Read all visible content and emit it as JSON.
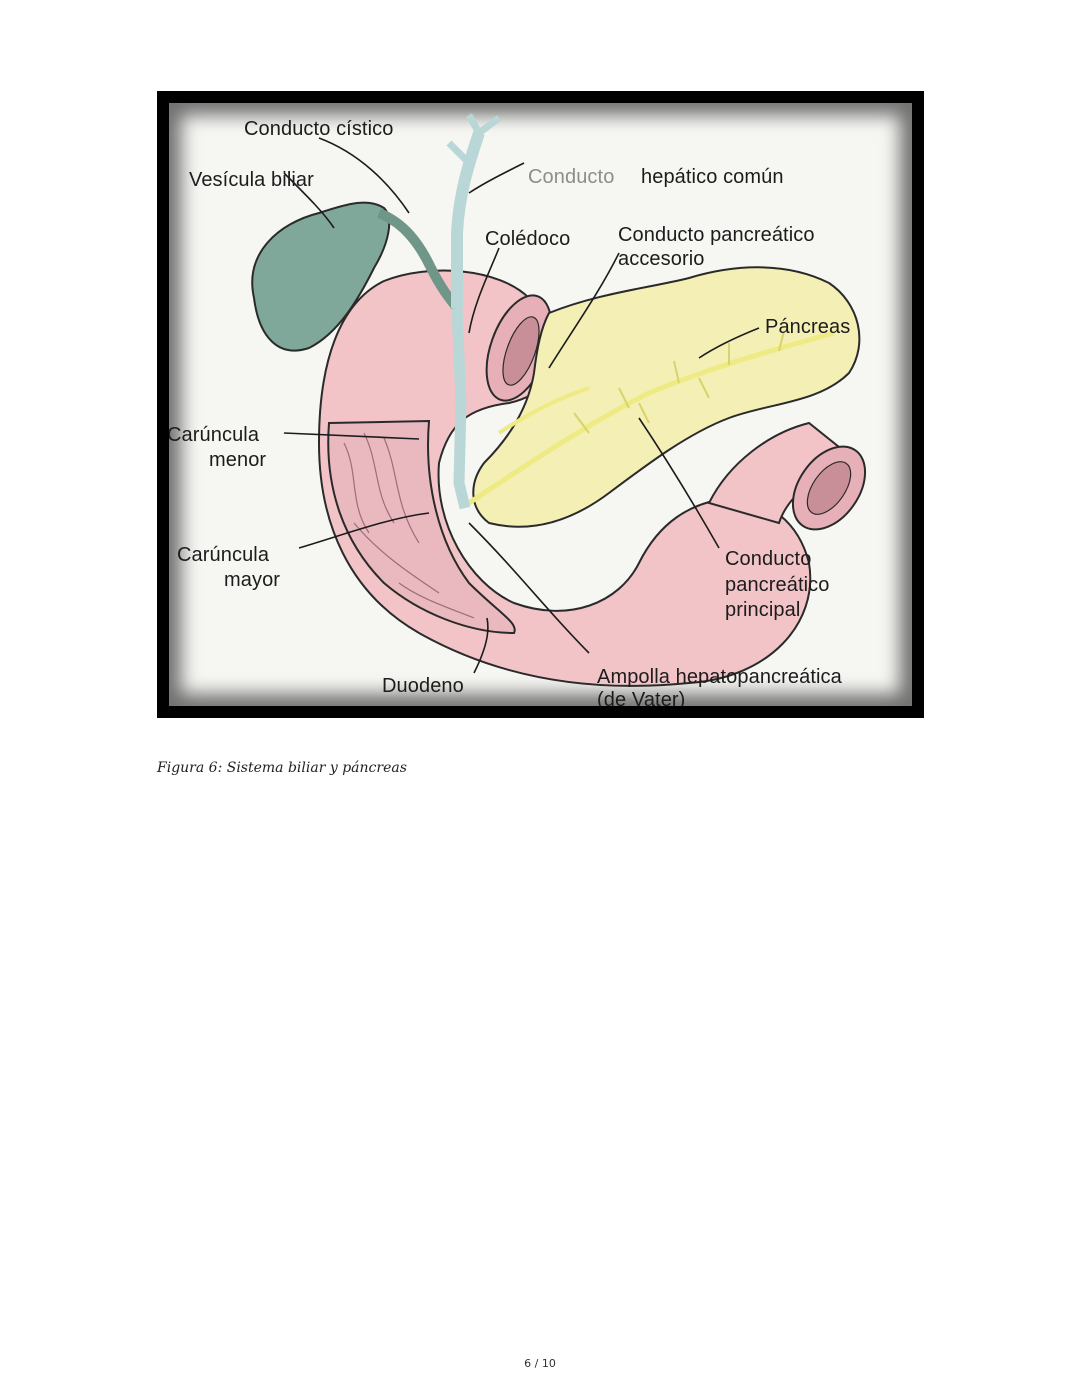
{
  "figure": {
    "labels": {
      "conducto_cistico": "Conducto cístico",
      "vesicula_biliar": "Vesícula biliar",
      "conducto_hepatico_a": "Conducto",
      "conducto_hepatico_b": "hepático común",
      "coledoco": "Colédoco",
      "pancreatico_accesorio_1": "Conducto pancreático",
      "pancreatico_accesorio_2": "accesorio",
      "pancreas": "Páncreas",
      "caruncula_menor_1": "Carúncula",
      "caruncula_menor_2": "menor",
      "caruncula_mayor_1": "Carúncula",
      "caruncula_mayor_2": "mayor",
      "pancreatico_principal_1": "Conducto",
      "pancreatico_principal_2": "pancreático",
      "pancreatico_principal_3": "principal",
      "duodeno": "Duodeno",
      "ampolla_1": "Ampolla hepatopancreática",
      "ampolla_2": "(de Vater)"
    },
    "colors": {
      "gallbladder": "#7fa89a",
      "duodenum": "#f2c4c8",
      "pancreas": "#f4efb4",
      "bile_duct": "#b9d7d6",
      "pancreatic_duct": "#eeea84"
    }
  },
  "caption": "Figura 6: Sistema biliar y páncreas",
  "page_number": "6 / 10"
}
